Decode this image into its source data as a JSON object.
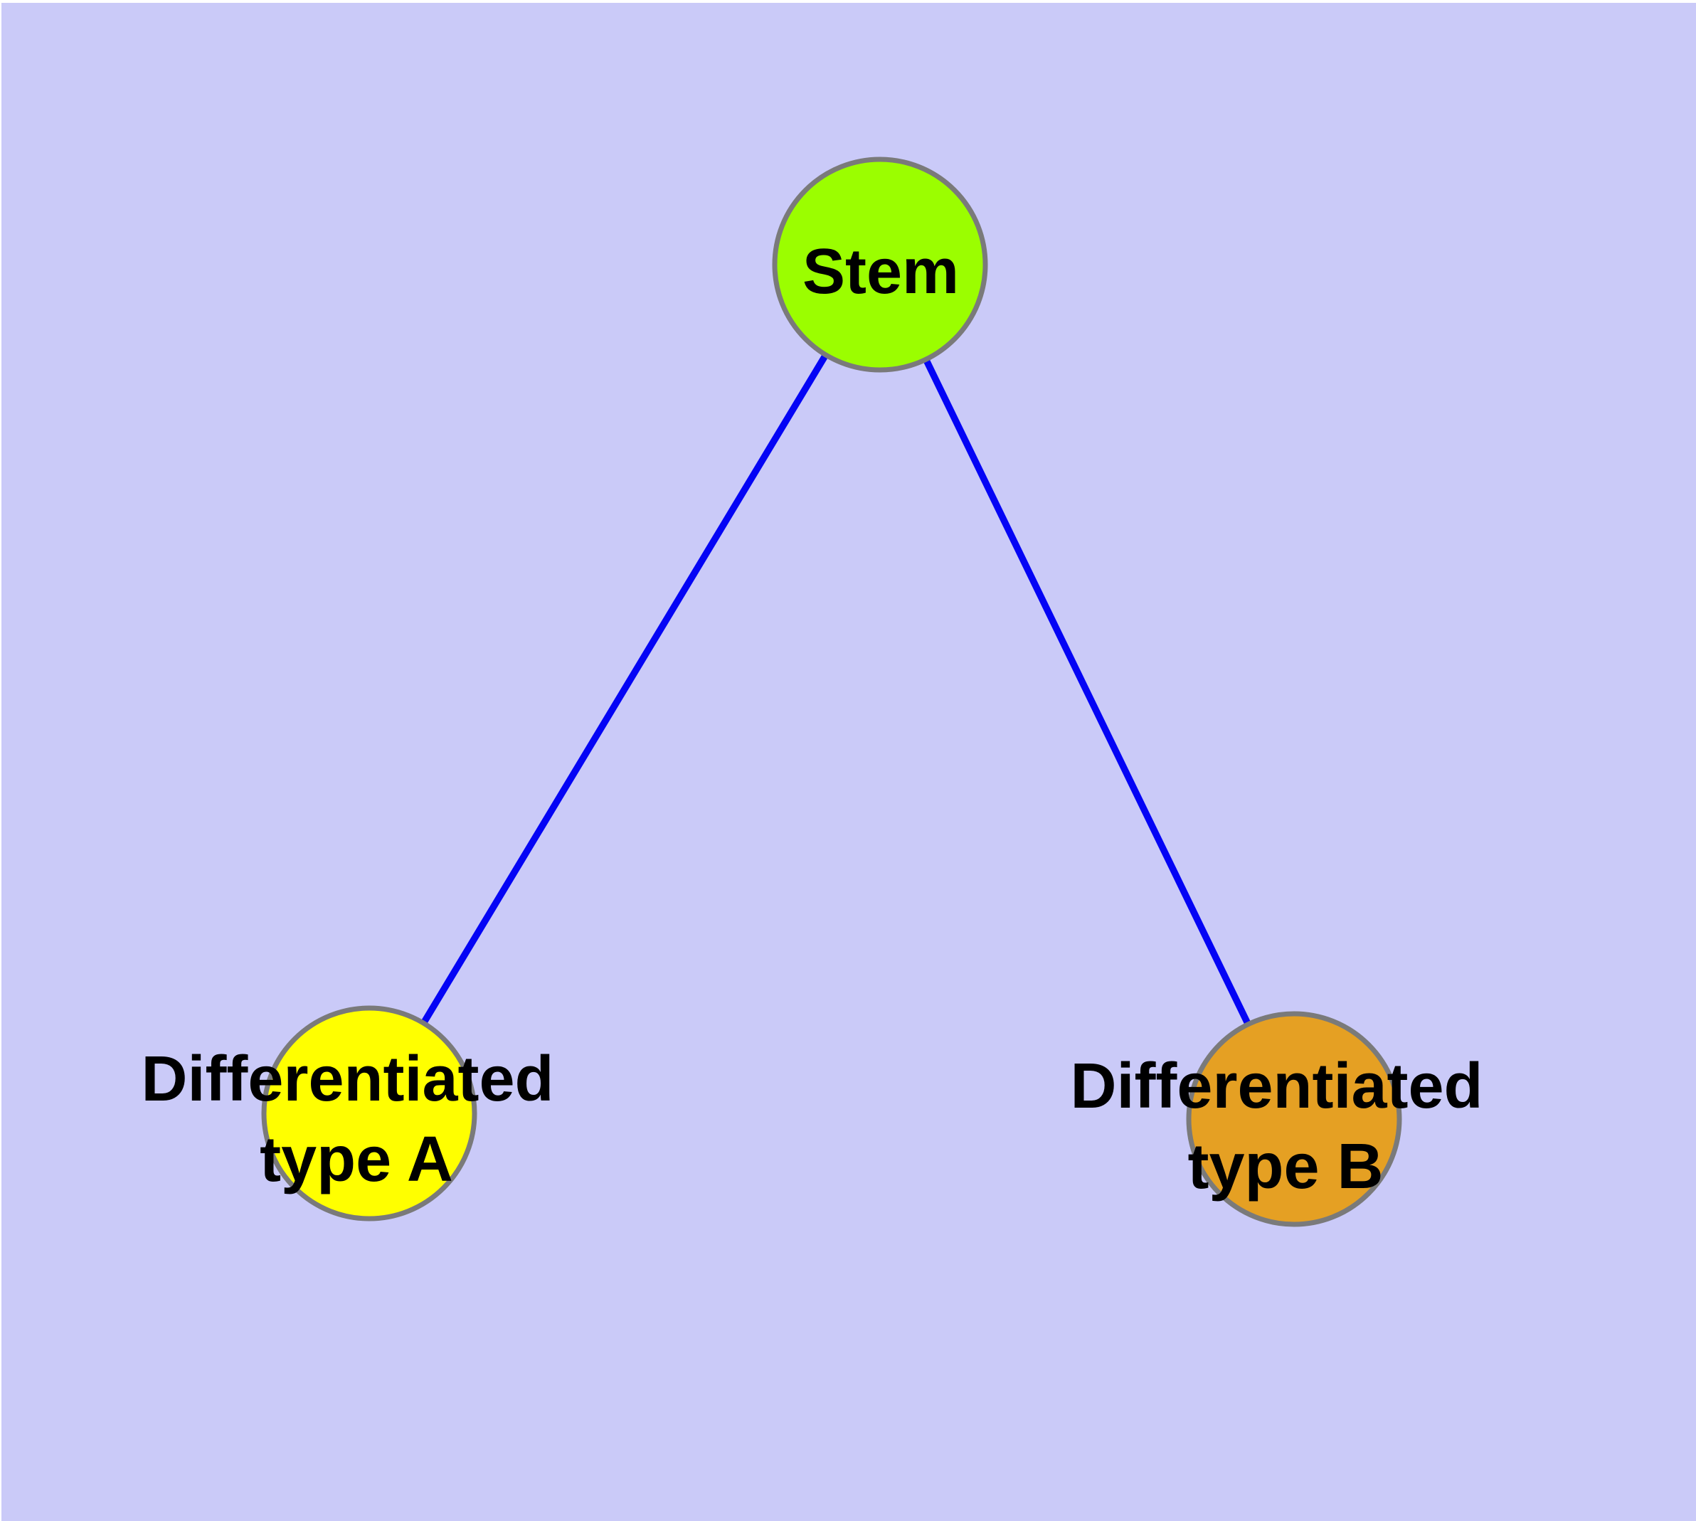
{
  "diagram": {
    "type": "graph",
    "background_color": "#cacaf8",
    "page_border_color": "#ffffff",
    "edge_color": "#0404f5",
    "node_border_color": "#7a7a7a",
    "label_color": "#000000",
    "nodes": [
      {
        "id": "stem",
        "label": "Stem",
        "lines": [
          "Stem"
        ],
        "color": "#9bfe00"
      },
      {
        "id": "differentiated-type-a",
        "label": "Differentiated type A",
        "lines": [
          "Differentiated",
          "type A"
        ],
        "color": "#ffff00"
      },
      {
        "id": "differentiated-type-b",
        "label": "Differentiated type B",
        "lines": [
          "Differentiated",
          "type B"
        ],
        "color": "#e5a023"
      }
    ],
    "edges": [
      {
        "from": "stem",
        "to": "differentiated-type-a"
      },
      {
        "from": "stem",
        "to": "differentiated-type-b"
      }
    ]
  }
}
